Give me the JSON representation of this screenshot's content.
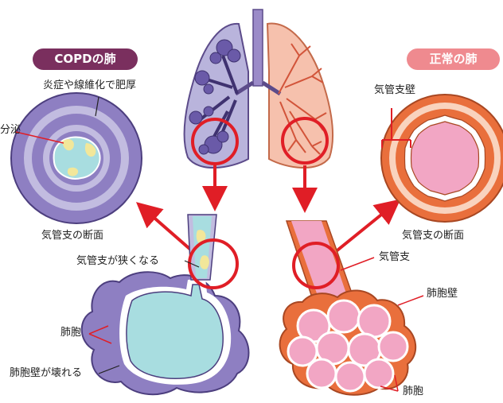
{
  "title_copd": "COPDの肺",
  "title_normal": "正常の肺",
  "colors": {
    "copd": "#7a2f5e",
    "normal": "#ef8a8f",
    "arrow": "#e01e26",
    "copd_tissue": "#9b8bc8",
    "airway_blue": "#a8dde0",
    "normal_pink": "#f2a6c4",
    "normal_orange": "#e96f3c"
  },
  "labels": {
    "inflammation": "炎症や線維化で肥厚",
    "secretion": "分泌",
    "bronchus_cross_section_left": "気管支の断面",
    "bronchus_narrow": "気管支が狭くなる",
    "alveoli_left": "肺胞",
    "alveolar_wall_broken": "肺胞壁が壊れる",
    "bronchial_wall": "気管支壁",
    "bronchus_cross_section_right": "気管支の断面",
    "bronchus": "気管支",
    "alveolar_wall": "肺胞壁",
    "alveoli_right": "肺胞"
  }
}
